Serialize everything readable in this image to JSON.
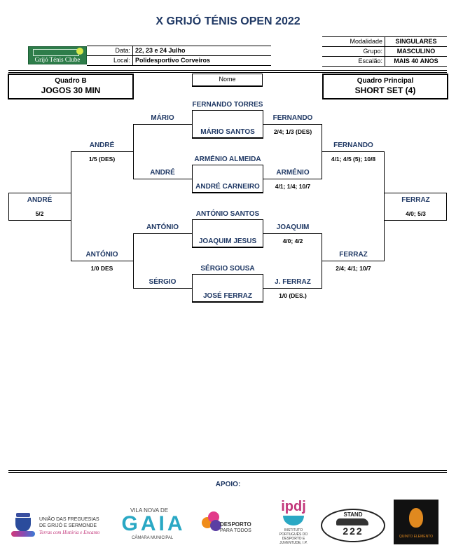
{
  "title": "X GRIJÓ TÉNIS OPEN 2022",
  "header": {
    "club_logo_text": "Grijó Ténis Clube",
    "data_label": "Data:",
    "data_value": "22, 23 e 24 Julho",
    "local_label": "Local:",
    "local_value": "Polidesportivo Corveiros",
    "modalidade_label": "Modalidade",
    "modalidade_value": "SINGULARES",
    "grupo_label": "Grupo:",
    "grupo_value": "MASCULINO",
    "escalao_label": "Escalão:",
    "escalao_value": "MAIS 40 ANOS"
  },
  "boxes": {
    "left_line1": "Quadro B",
    "left_line2": "JOGOS 30 MIN",
    "center": "Nome",
    "right_line1": "Quadro Principal",
    "right_line2": "SHORT SET (4)"
  },
  "bracket": {
    "center_names": [
      "FERNANDO TORRES",
      "MÁRIO SANTOS",
      "ARMÉNIO ALMEIDA",
      "ANDRÉ CARNEIRO",
      "ANTÓNIO SANTOS",
      "JOAQUIM JESUS",
      "SÉRGIO SOUSA",
      "JOSÉ FERRAZ"
    ],
    "left_r1": [
      "MÁRIO",
      "ANDRÉ",
      "ANTÓNIO",
      "SÉRGIO"
    ],
    "left_r2": [
      "ANDRÉ",
      "ANTÓNIO"
    ],
    "left_r2_scores": [
      "1/5 (DES)",
      "1/0 DES"
    ],
    "left_winner": "ANDRÉ",
    "left_winner_score": "5/2",
    "right_r1": [
      "FERNANDO",
      "ARMÉNIO",
      "JOAQUIM",
      "J. FERRAZ"
    ],
    "right_r1_scores": [
      "2/4; 1/3 (DES)",
      "4/1; 1/4; 10/7",
      "4/0; 4/2",
      "1/0 (DES.)"
    ],
    "right_r2": [
      "FERNANDO",
      "FERRAZ"
    ],
    "right_r2_scores": [
      "4/1; 4/5 (5); 10/8",
      "2/4; 4/1; 10/7"
    ],
    "right_winner": "FERRAZ",
    "right_winner_score": "4/0; 5/3"
  },
  "footer": {
    "apoio": "APOIO:",
    "sponsor1_line1": "UNIÃO DAS FREGUESIAS",
    "sponsor1_line2": "DE GRIJÓ E SERMONDE",
    "sponsor1_line3": "Terras com História e Encanto",
    "sponsor2_line1": "VILA NOVA DE",
    "sponsor2_line2": "GAIA",
    "sponsor2_line3": "CÂMARA MUNICIPAL",
    "sponsor3_line1": "DESPORTO",
    "sponsor3_line2": "PARA TODOS",
    "sponsor4_line1": "ipdj",
    "sponsor4_line2": "INSTITUTO PORTUGUÊS DO DESPORTO E JUVENTUDE, I.P.",
    "sponsor5_line1": "STAND",
    "sponsor5_line2": "222",
    "sponsor6_line1": "QUINTO ELEMENTO"
  }
}
